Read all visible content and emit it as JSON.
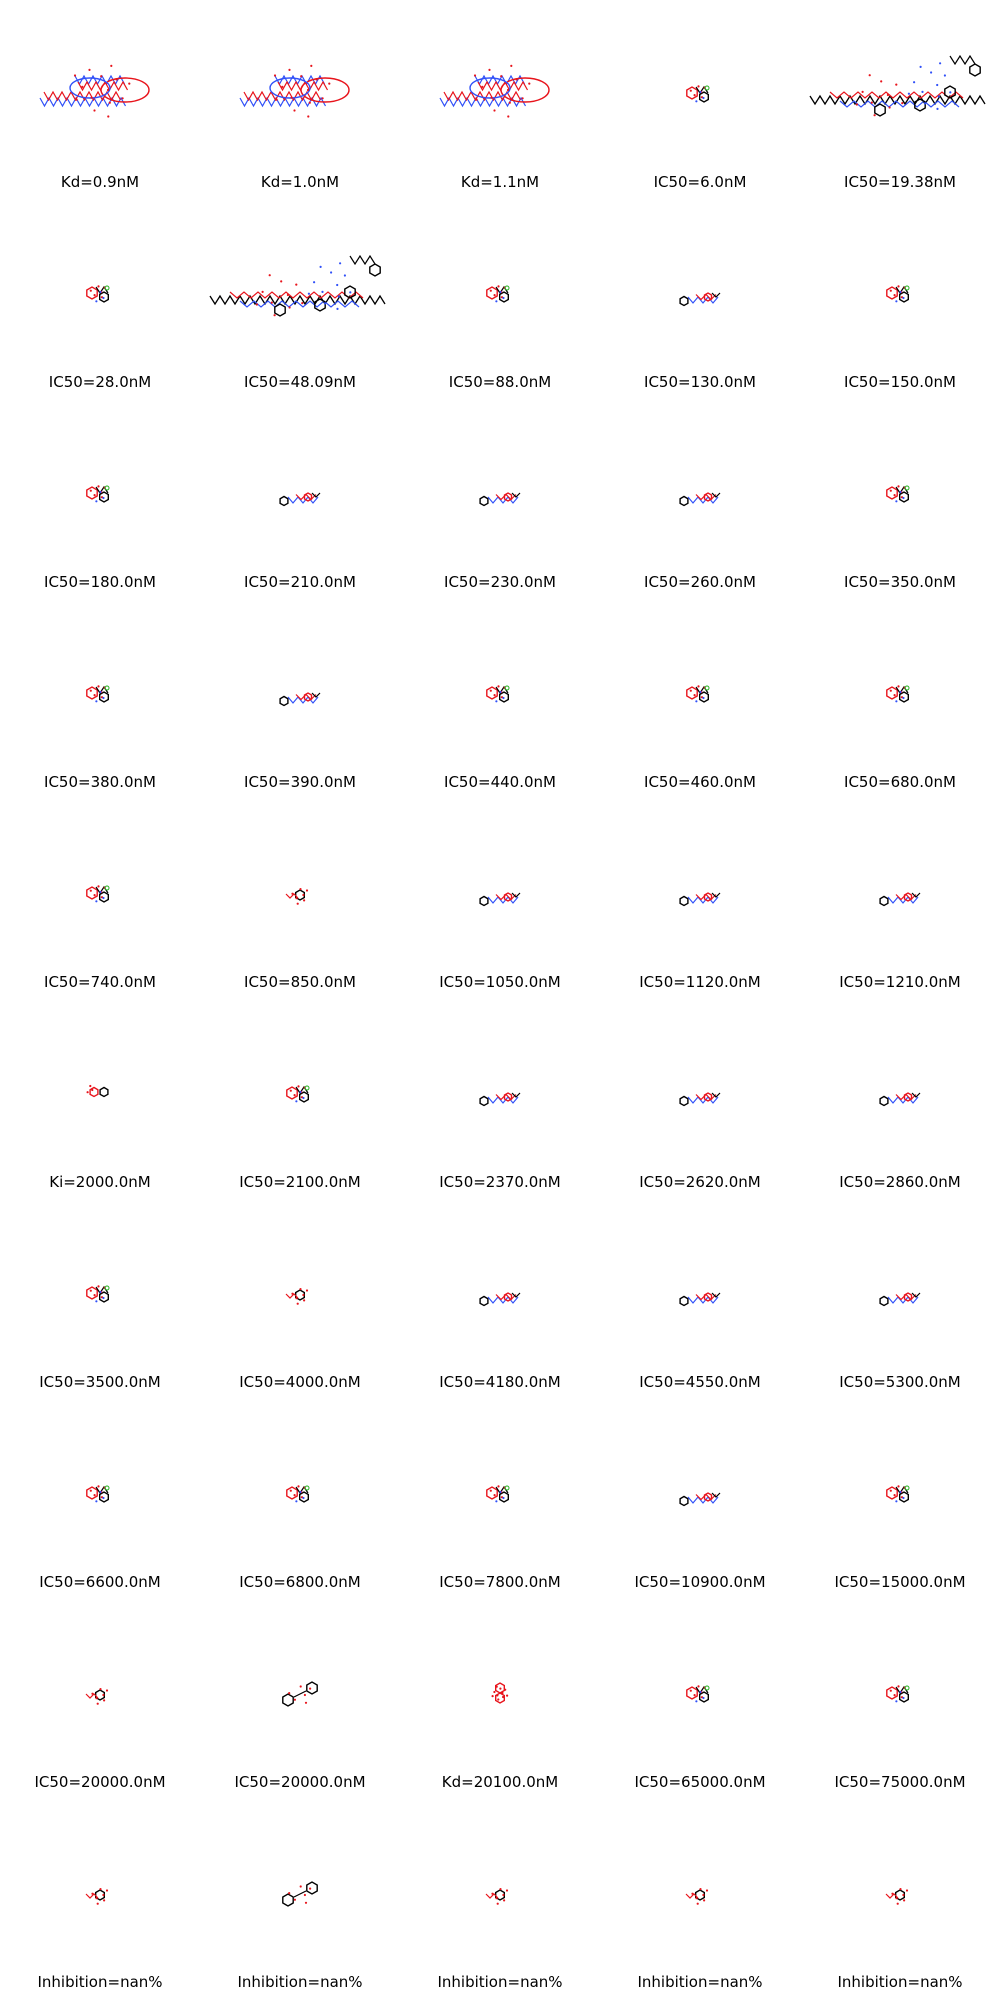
{
  "grid": {
    "columns": 5,
    "cells": [
      {
        "label": "Kd=0.9nM",
        "kind": "peptide"
      },
      {
        "label": "Kd=1.0nM",
        "kind": "peptide"
      },
      {
        "label": "Kd=1.1nM",
        "kind": "peptide"
      },
      {
        "label": "IC50=6.0nM",
        "kind": "small"
      },
      {
        "label": "IC50=19.38nM",
        "kind": "peptide-chain"
      },
      {
        "label": "IC50=28.0nM",
        "kind": "small"
      },
      {
        "label": "IC50=48.09nM",
        "kind": "peptide-chain"
      },
      {
        "label": "IC50=88.0nM",
        "kind": "small"
      },
      {
        "label": "IC50=130.0nM",
        "kind": "linear"
      },
      {
        "label": "IC50=150.0nM",
        "kind": "small"
      },
      {
        "label": "IC50=180.0nM",
        "kind": "small"
      },
      {
        "label": "IC50=210.0nM",
        "kind": "linear"
      },
      {
        "label": "IC50=230.0nM",
        "kind": "linear"
      },
      {
        "label": "IC50=260.0nM",
        "kind": "linear"
      },
      {
        "label": "IC50=350.0nM",
        "kind": "small"
      },
      {
        "label": "IC50=380.0nM",
        "kind": "small"
      },
      {
        "label": "IC50=390.0nM",
        "kind": "linear"
      },
      {
        "label": "IC50=440.0nM",
        "kind": "small"
      },
      {
        "label": "IC50=460.0nM",
        "kind": "small"
      },
      {
        "label": "IC50=680.0nM",
        "kind": "small"
      },
      {
        "label": "IC50=740.0nM",
        "kind": "small"
      },
      {
        "label": "IC50=850.0nM",
        "kind": "polyol"
      },
      {
        "label": "IC50=1050.0nM",
        "kind": "linear"
      },
      {
        "label": "IC50=1120.0nM",
        "kind": "linear"
      },
      {
        "label": "IC50=1210.0nM",
        "kind": "linear"
      },
      {
        "label": "Ki=2000.0nM",
        "kind": "tiny"
      },
      {
        "label": "IC50=2100.0nM",
        "kind": "small"
      },
      {
        "label": "IC50=2370.0nM",
        "kind": "linear"
      },
      {
        "label": "IC50=2620.0nM",
        "kind": "linear"
      },
      {
        "label": "IC50=2860.0nM",
        "kind": "linear"
      },
      {
        "label": "IC50=3500.0nM",
        "kind": "small"
      },
      {
        "label": "IC50=4000.0nM",
        "kind": "polyol"
      },
      {
        "label": "IC50=4180.0nM",
        "kind": "linear"
      },
      {
        "label": "IC50=4550.0nM",
        "kind": "linear"
      },
      {
        "label": "IC50=5300.0nM",
        "kind": "linear"
      },
      {
        "label": "IC50=6600.0nM",
        "kind": "small"
      },
      {
        "label": "IC50=6800.0nM",
        "kind": "small"
      },
      {
        "label": "IC50=7800.0nM",
        "kind": "small"
      },
      {
        "label": "IC50=10900.0nM",
        "kind": "linear"
      },
      {
        "label": "IC50=15000.0nM",
        "kind": "small"
      },
      {
        "label": "IC50=20000.0nM",
        "kind": "polyol"
      },
      {
        "label": "IC50=20000.0nM",
        "kind": "biaryl"
      },
      {
        "label": "Kd=20100.0nM",
        "kind": "cluster"
      },
      {
        "label": "IC50=65000.0nM",
        "kind": "small"
      },
      {
        "label": "IC50=75000.0nM",
        "kind": "small"
      },
      {
        "label": "Inhibition=nan%",
        "kind": "polyol"
      },
      {
        "label": "Inhibition=nan%",
        "kind": "biaryl"
      },
      {
        "label": "Inhibition=nan%",
        "kind": "polyol"
      },
      {
        "label": "Inhibition=nan%",
        "kind": "polyol"
      },
      {
        "label": "Inhibition=nan%",
        "kind": "polyol"
      }
    ]
  },
  "atom_colors": {
    "bond": "#000000",
    "oxygen": "#e8141c",
    "nitrogen": "#3050f8",
    "chlorine": "#1fb21f"
  }
}
